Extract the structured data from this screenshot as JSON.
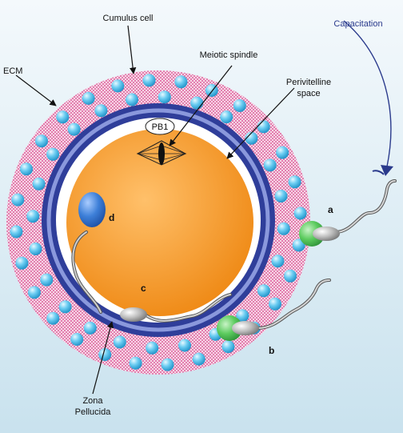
{
  "labels": {
    "cumulus_cell": "Cumulus cell",
    "capacitation": "Capacitation",
    "meiotic_spindle": "Meiotic spindle",
    "ecm": "ECM",
    "perivitelline_line1": "Perivitelline",
    "perivitelline_line2": "space",
    "pb1": "PB1",
    "marker_a": "a",
    "marker_b": "b",
    "marker_c": "c",
    "marker_d": "d",
    "zona_line1": "Zona",
    "zona_line2": "Pellucida"
  },
  "colors": {
    "background_top": "#f4f9fc",
    "background_bottom": "#c9e2ee",
    "ecm_fill": "#f4cfe0",
    "ecm_dots": "#d63f86",
    "zona_dark": "#2f3e9a",
    "zona_light": "#8a98dc",
    "perivitelline": "#ffffff",
    "oocyte_center": "#ffc06a",
    "oocyte_edge": "#ef8a16",
    "cumulus_center": "#b8ecff",
    "cumulus_edge": "#1c9fd6",
    "sperm_head": "#9a9a9a",
    "acrosome_green": "#43b84f",
    "fused_sperm_blue": "#2e6cc8",
    "capacitation_arrow": "#2a3a8c"
  }
}
